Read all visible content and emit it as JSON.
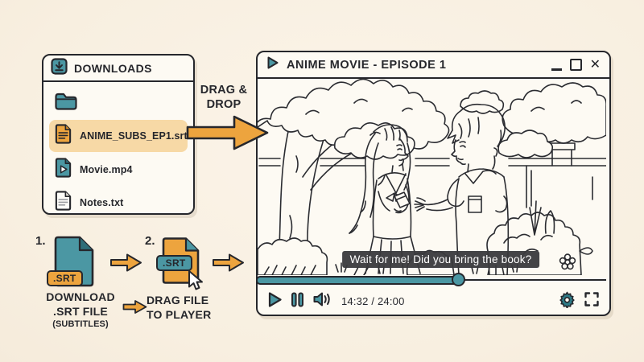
{
  "palette": {
    "teal": "#4b97a3",
    "teal_dark": "#2f6e79",
    "orange": "#eda43e",
    "orange_dark": "#d98f2b",
    "highlight_peach": "#f7d9a6",
    "ink": "#26272c",
    "cream_bg": "#f9f1e4",
    "subtitle_bg": "#3a3a3d"
  },
  "downloads": {
    "title": "DOWNLOADS",
    "items": [
      {
        "type": "folder",
        "label": "",
        "icon": "folder-icon",
        "highlighted": false
      },
      {
        "type": "subtitle-file",
        "label": "ANIME_SUBS_EP1.srt",
        "icon": "srt-document-icon",
        "highlighted": true
      },
      {
        "type": "video-file",
        "label": "Movie.mp4",
        "icon": "video-file-icon",
        "highlighted": false
      },
      {
        "type": "text-file",
        "label": "Notes.txt",
        "icon": "text-document-icon",
        "highlighted": false
      }
    ]
  },
  "drag_drop": {
    "line1": "DRAG &",
    "line2": "DROP"
  },
  "player": {
    "title": "ANIME MOVIE - EPISODE 1",
    "window_controls": {
      "close_glyph": "✕"
    },
    "subtitle": "Wait for me! Did you bring the book?",
    "time": "14:32 / 24:00",
    "progress_percent": 57
  },
  "steps": {
    "step1": {
      "number": "1.",
      "badge": ".SRT",
      "caption": [
        "DOWNLOAD",
        ".SRT FILE",
        "(SUBTITLES)"
      ]
    },
    "step2": {
      "number": "2.",
      "badge": ".SRT",
      "caption": [
        "DRAG FILE",
        "TO PLAYER"
      ]
    }
  }
}
